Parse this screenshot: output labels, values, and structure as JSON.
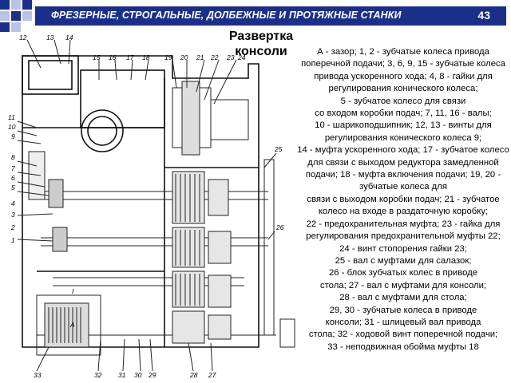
{
  "header": {
    "title": "ФРЕЗЕРНЫЕ, СТРОГАЛЬНЫЕ, ДОЛБЕЖНЫЕ И ПРОТЯЖНЫЕ СТАНКИ",
    "page_number": "43",
    "accent_color": "#1a2f8a"
  },
  "slide": {
    "title": "Развертка консоли"
  },
  "legend": {
    "text": "А - зазор; 1, 2 - зубчатые колеса привода поперечной подачи; 3, 6, 9, 15 - зубчатые колеса привода ускоренного хода; 4, 8 - гайки для регулирования конического колеса;\n5 - зубчатое колесо для связи\nсо входом коробки подач; 7, 11, 16 - валы;\n10 - шарикоподшипник; 12, 13 - винты для регулирования конического колеса 9;\n14 - муфта ускоренного хода; 17 - зубчатое колесо для связи с выходом редуктора замедленной подачи; 18 - муфта включения подачи; 19, 20 - зубчатые колеса для\nсвязи с выходом коробки подач; 21 - зубчатое колесо на входе в раздаточную коробку;\n22 - предохранительная муфта; 23 - гайка для регулирования предохранительной муфты 22;\n24 - винт стопорения гайки 23;\n25 - вал с муфтами для салазок;\n26 - блок зубчатых колес в приводе\nстола; 27 - вал с муфтами для консоли;\n28 - вал с муфтами для стола;\n29, 30 - зубчатые колеса в приводе\nконсоли; 31 - шлицевый вал привода\nстола; 32 - ходовой винт поперечной подачи;\n33 - неподвижная обойма муфты 18"
  },
  "drawing": {
    "callouts": {
      "top": [
        "12",
        "13",
        "14",
        "15",
        "16",
        "17",
        "18",
        "19",
        "20",
        "21",
        "22",
        "23",
        "24"
      ],
      "left": [
        "11",
        "10",
        "9",
        "8",
        "7",
        "6",
        "5",
        "4",
        "3",
        "2",
        "1"
      ],
      "right": [
        "25",
        "26"
      ],
      "bottom": [
        "33",
        "32",
        "31",
        "30",
        "29",
        "28",
        "27"
      ],
      "section_label": "I",
      "gap_label": "A"
    }
  }
}
